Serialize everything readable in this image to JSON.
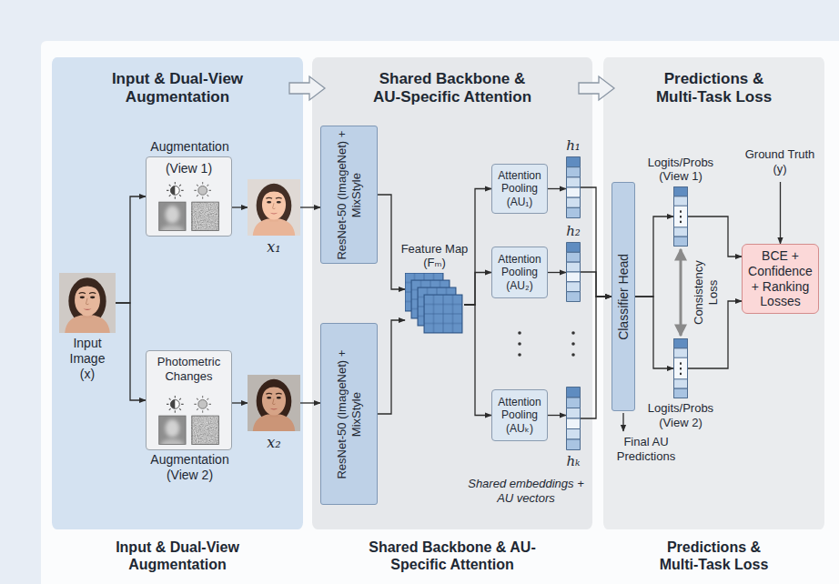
{
  "diagram": {
    "nodes": [
      {
        "text": [
          "Input & Dual-View Augmentation",
          "Input & Dual-View Augmentation"
        ]
      },
      {
        "text": [
          "Input Image (x)"
        ],
        "in": 0
      },
      {
        "text": [
          "Augmentation",
          "(View 1)"
        ],
        "in": 0
      },
      {
        "text": [
          "x₁"
        ],
        "in": 0
      },
      {
        "text": [
          "Photometric Changes",
          "Augmentation (View 2)"
        ],
        "in": 0
      },
      {
        "text": [
          "x₂"
        ],
        "in": 0
      },
      {
        "text": [
          "Shared Backbone & AU-Specific Attention",
          "Shared Backbone & AU-Specific Attention"
        ]
      },
      {
        "text": [
          "ResNet-50 (ImageNet) + MixStyle"
        ],
        "in": 6
      },
      {
        "text": [
          "ResNet-50 (ImageNet) + MixStyle"
        ],
        "in": 6
      },
      {
        "text": [
          "Feature Map (Fₘ)"
        ],
        "in": 6
      },
      {
        "text": [
          "Attention Pooling (AU₁)"
        ],
        "in": 6
      },
      {
        "text": [
          "Attention Pooling (AU₂)"
        ],
        "in": 6
      },
      {
        "text": [
          "Attention Pooling (AUₖ)"
        ],
        "in": 6
      },
      {
        "text": [
          "h₁"
        ],
        "in": 6
      },
      {
        "text": [
          "h₂"
        ],
        "in": 6
      },
      {
        "text": [
          "hₖ"
        ],
        "in": 6
      },
      {
        "text": [
          "Predictions & Multi-Task Loss",
          "Predictions & Multi-Task Loss"
        ]
      },
      {
        "text": [
          "Classifier Head"
        ],
        "in": 16
      },
      {
        "text": [
          "Logits/Probs (View 1)"
        ],
        "in": 16
      },
      {
        "text": [
          "Logits/Probs (View 2)"
        ],
        "in": 16
      },
      {
        "text": [
          "Ground Truth (y)"
        ],
        "in": 16
      },
      {
        "text": [
          "BCE + Confidence + Ranking Losses"
        ],
        "in": 16
      }
    ],
    "edges": [
      {
        "from": 1,
        "to": 2,
        "arrow": "to"
      },
      {
        "from": 1,
        "to": 4,
        "arrow": "to"
      },
      {
        "from": 2,
        "to": 3,
        "arrow": "to"
      },
      {
        "from": 4,
        "to": 5,
        "arrow": "to"
      },
      {
        "from": 3,
        "to": 7,
        "arrow": "to"
      },
      {
        "from": 5,
        "to": 8,
        "arrow": "to"
      },
      {
        "from": 7,
        "to": 9,
        "arrow": "to"
      },
      {
        "from": 8,
        "to": 9,
        "arrow": "to"
      },
      {
        "from": 9,
        "to": 10,
        "arrow": "to"
      },
      {
        "from": 9,
        "to": 11,
        "arrow": "to"
      },
      {
        "from": 9,
        "to": 12,
        "arrow": "to"
      },
      {
        "from": 10,
        "to": 13,
        "arrow": "to"
      },
      {
        "from": 11,
        "to": 14,
        "arrow": "to"
      },
      {
        "from": 12,
        "to": 15,
        "arrow": "to"
      },
      {
        "from": 13,
        "to": 17,
        "arrow": "to"
      },
      {
        "from": 14,
        "to": 17,
        "arrow": "to"
      },
      {
        "from": 15,
        "to": 17,
        "arrow": "to"
      },
      {
        "from": 17,
        "to": 18,
        "arrow": "to"
      },
      {
        "from": 17,
        "to": 19,
        "arrow": "to"
      },
      {
        "from": 18,
        "to": 19,
        "label": "Consistency Loss",
        "arrow": "both"
      },
      {
        "from": 18,
        "to": 21,
        "arrow": "to"
      },
      {
        "from": 19,
        "to": 21,
        "arrow": "to"
      },
      {
        "from": 20,
        "to": 21,
        "arrow": "to"
      }
    ],
    "labels": [
      "Shared embeddings + AU vectors",
      "Final AU Predictions"
    ]
  }
}
